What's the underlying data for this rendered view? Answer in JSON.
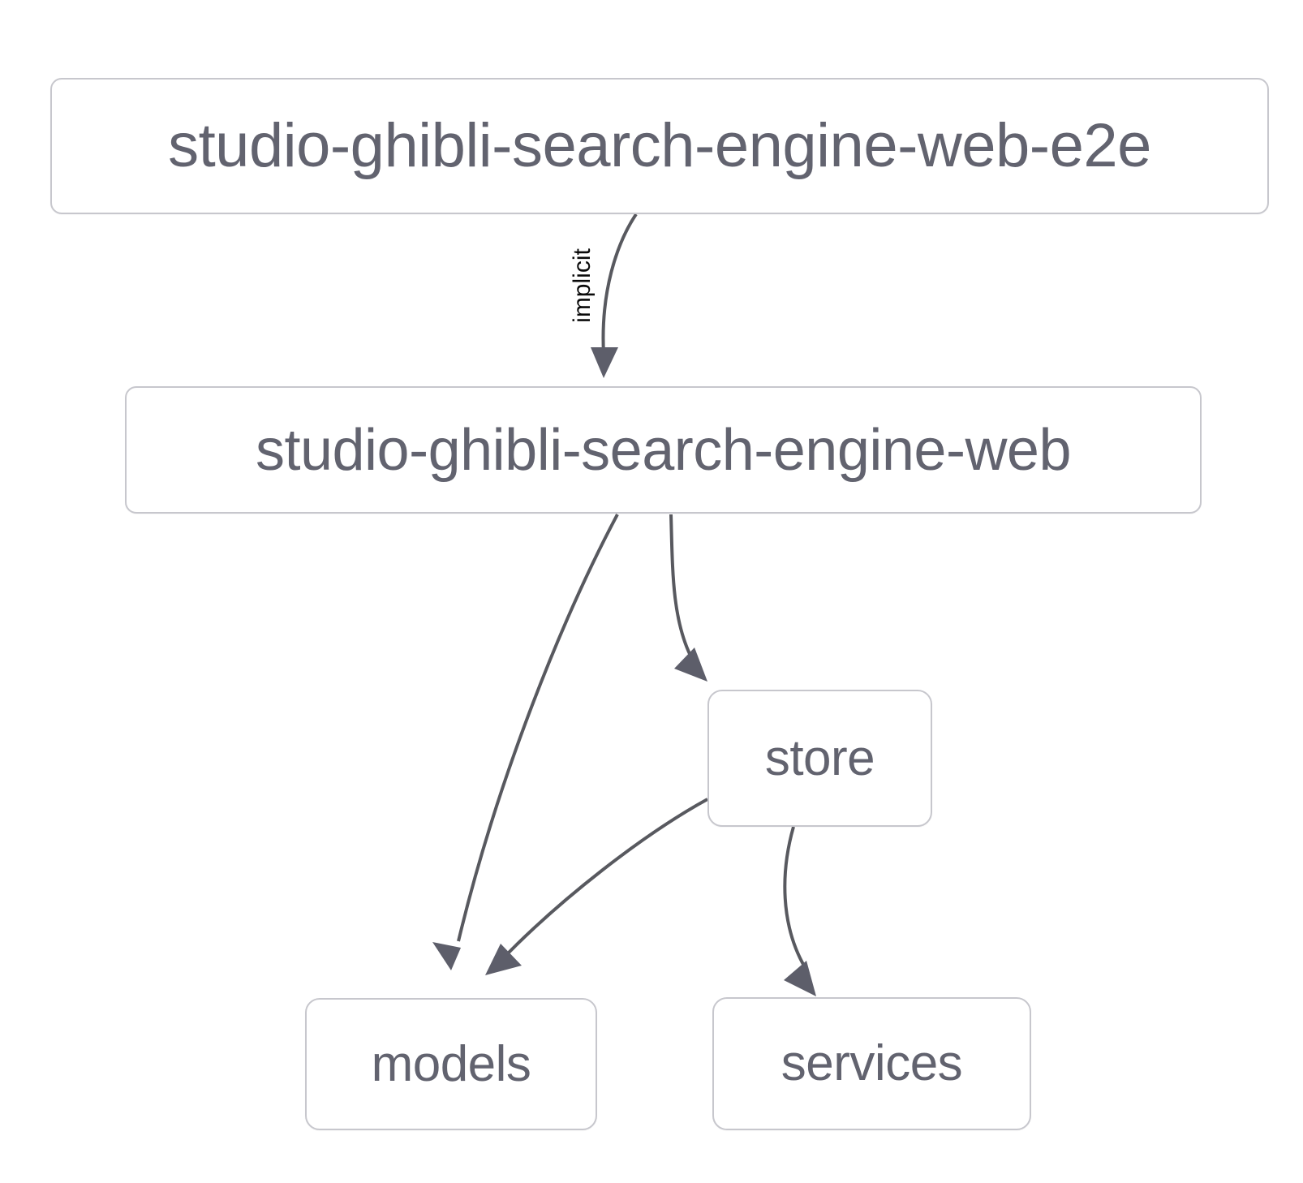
{
  "diagram": {
    "type": "directed-dependency-graph",
    "background_color": "#ffffff",
    "node_border_color": "#c7c7cd",
    "node_text_color": "#62636f",
    "edge_color": "#58595f",
    "edge_label_color": "#0a0a0a",
    "nodes": [
      {
        "id": "root",
        "label": "studio-ghibli-search-engine-web-e2e"
      },
      {
        "id": "web",
        "label": "studio-ghibli-search-engine-web"
      },
      {
        "id": "store",
        "label": "store"
      },
      {
        "id": "models",
        "label": "models"
      },
      {
        "id": "services",
        "label": "services"
      }
    ],
    "edges": [
      {
        "from": "root",
        "to": "web",
        "label": "implicit"
      },
      {
        "from": "web",
        "to": "models",
        "label": ""
      },
      {
        "from": "web",
        "to": "store",
        "label": ""
      },
      {
        "from": "store",
        "to": "models",
        "label": ""
      },
      {
        "from": "store",
        "to": "services",
        "label": ""
      }
    ]
  }
}
